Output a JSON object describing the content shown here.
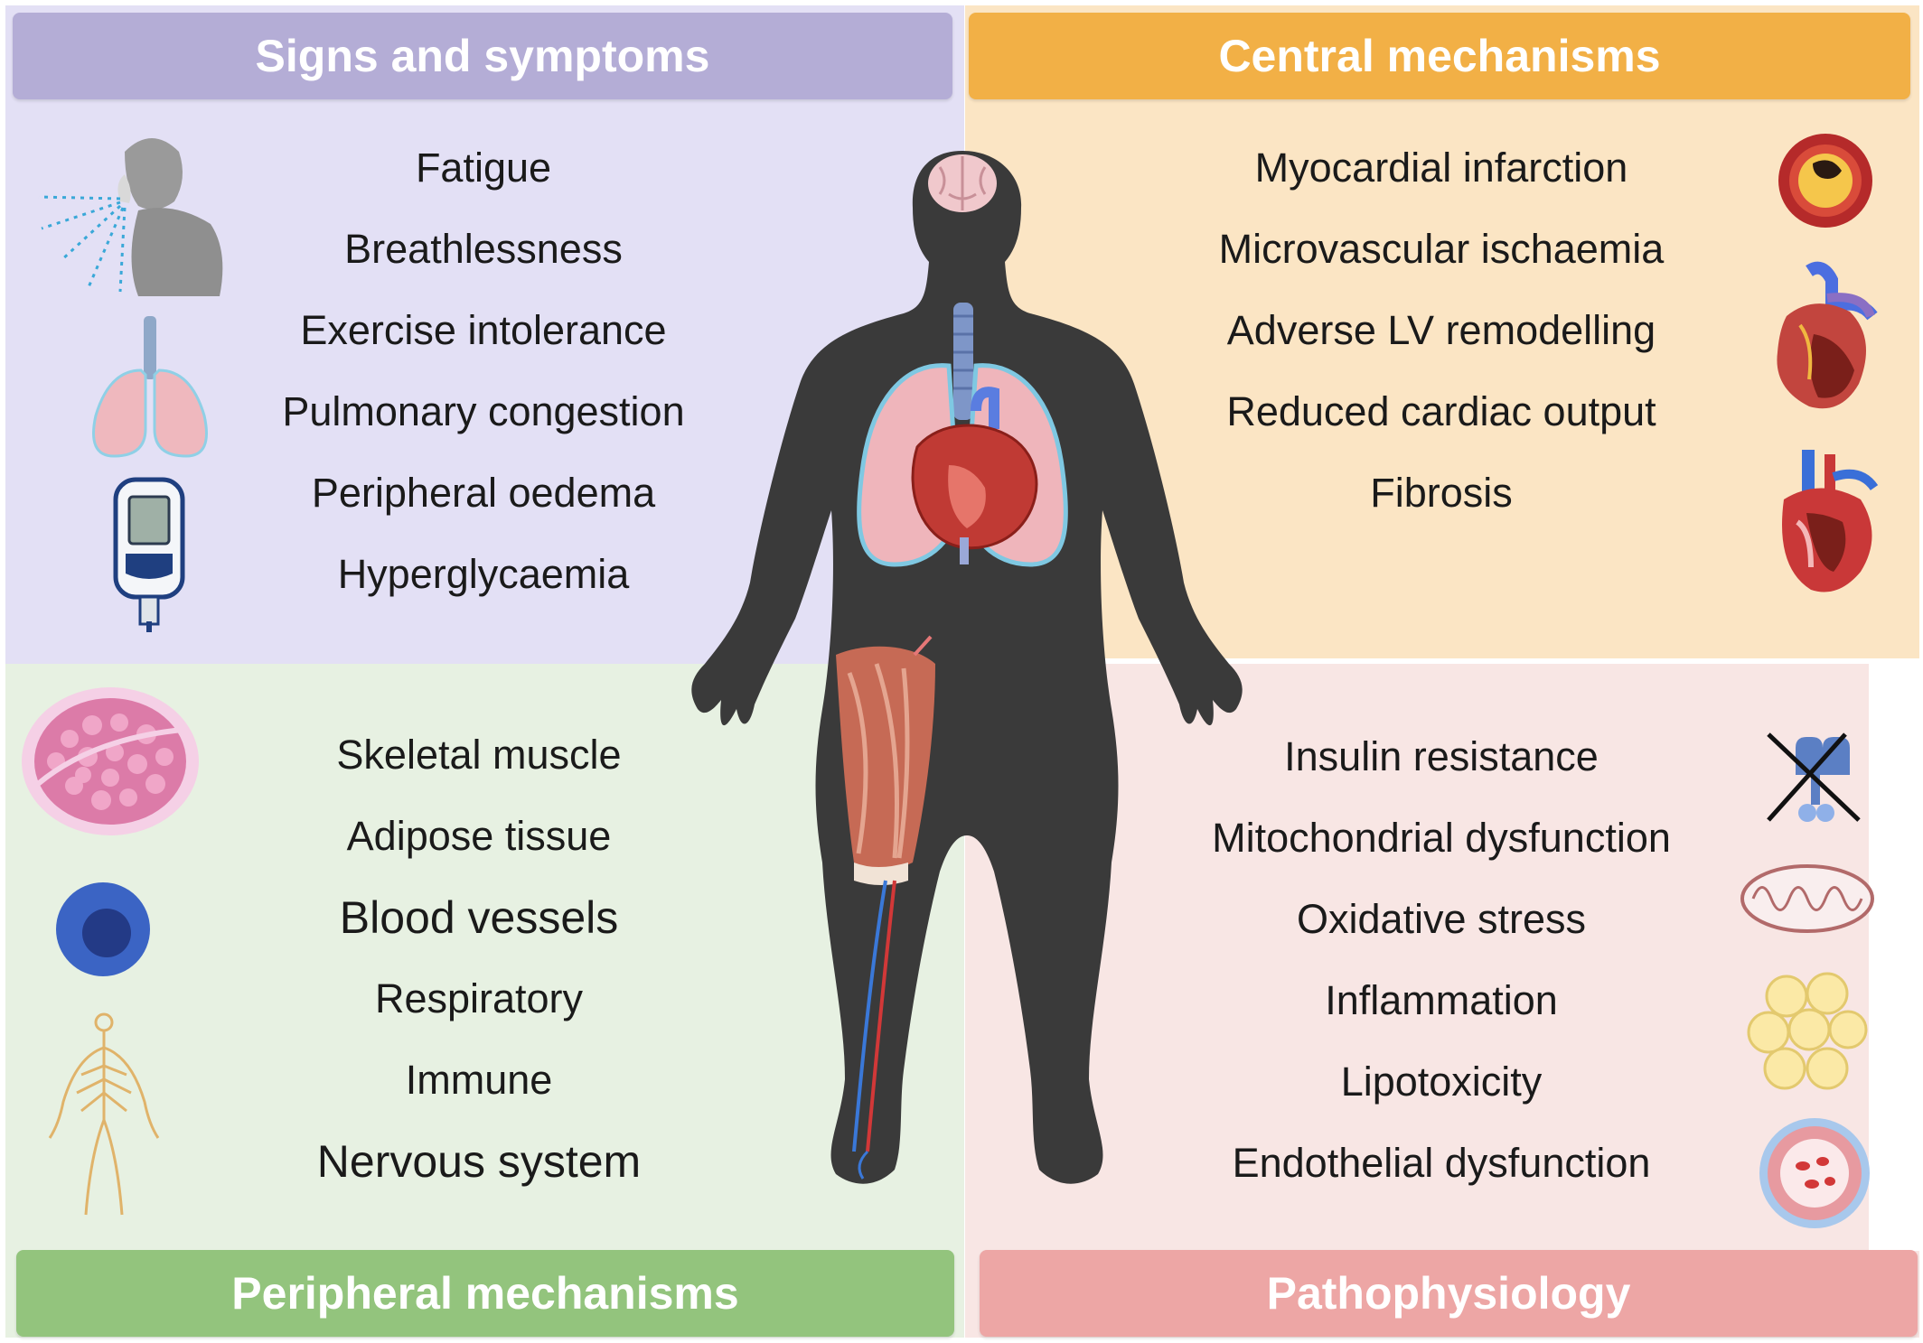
{
  "panels": {
    "signs_symptoms": {
      "title": "Signs and symptoms",
      "color": "#b4add6",
      "items": [
        "Fatigue",
        "Breathlessness",
        "Exercise intolerance",
        "Pulmonary congestion",
        "Peripheral oedema",
        "Hyperglycaemia"
      ],
      "icons": [
        "breathless-person-icon",
        "lungs-icon",
        "glucometer-icon"
      ]
    },
    "central_mechanisms": {
      "title": "Central mechanisms",
      "color": "#f2b046",
      "items": [
        "Myocardial infarction",
        "Microvascular ischaemia",
        "Adverse LV remodelling",
        "Reduced cardiac output",
        "Fibrosis"
      ],
      "icons": [
        "infarcted-artery-icon",
        "remodelled-heart-icon",
        "fibrotic-heart-icon"
      ]
    },
    "peripheral_mechanisms": {
      "title": "Peripheral mechanisms",
      "color": "#93c47d",
      "items": [
        "Skeletal muscle",
        "Adipose tissue",
        "Blood vessels",
        "Respiratory",
        "Immune",
        "Nervous system"
      ],
      "icons": [
        "muscle-cross-section-icon",
        "immune-cell-icon",
        "nervous-system-icon"
      ]
    },
    "pathophysiology": {
      "title": "Pathophysiology",
      "color": "#eda6a5",
      "items": [
        "Insulin resistance",
        "Mitochondrial dysfunction",
        "Oxidative stress",
        "Inflammation",
        "Lipotoxicity",
        "Endothelial dysfunction"
      ],
      "icons": [
        "blocked-insulin-receptor-icon",
        "mitochondrion-icon",
        "adipocytes-icon",
        "blood-vessel-icon"
      ]
    }
  },
  "center_figure": [
    "obese-body-silhouette",
    "brain-icon",
    "trachea-icon",
    "lungs-icon",
    "heart-icon",
    "leg-muscle-icon"
  ]
}
